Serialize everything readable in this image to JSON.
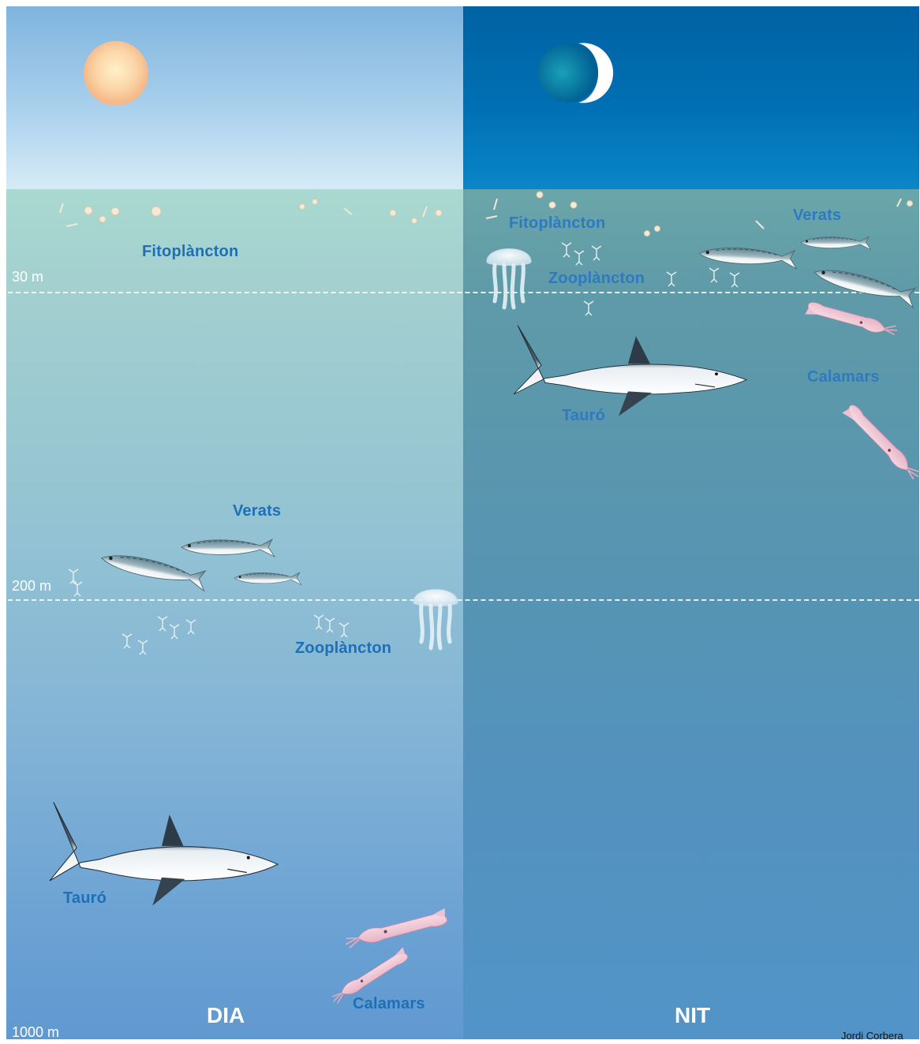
{
  "panels": {
    "day": {
      "caption": "DIA"
    },
    "night": {
      "caption": "NIT"
    }
  },
  "depths": {
    "d30": "30 m",
    "d200": "200 m",
    "d1000": "1000 m"
  },
  "day_labels": {
    "phytoplankton": "Fitoplàncton",
    "mackerel": "Verats",
    "zooplankton": "Zooplàncton",
    "shark": "Tauró",
    "squid": "Calamars"
  },
  "night_labels": {
    "phytoplankton": "Fitoplàncton",
    "mackerel": "Verats",
    "zooplankton": "Zooplàncton",
    "shark": "Tauró",
    "squid": "Calamars"
  },
  "credit": "Jordi Corbera",
  "icons": [
    "sun-icon",
    "moon-icon",
    "shark-icon",
    "mackerel-icon",
    "squid-icon",
    "jellyfish-icon",
    "zooplankton-icon",
    "phytoplankton-icon"
  ],
  "colors": {
    "label": "#1d6fb6",
    "day_sky": "#a9d0ec",
    "night_sky": "#0070b3",
    "squid": "#f1c9d6",
    "sun": "#fbd4a6"
  }
}
